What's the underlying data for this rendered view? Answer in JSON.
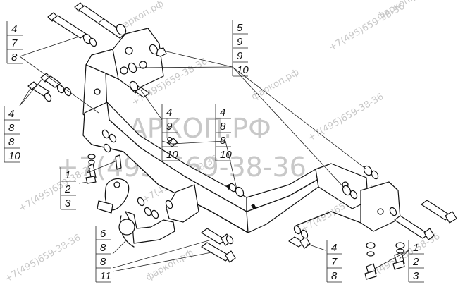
{
  "watermarks": {
    "big_site": "ФАРКОП.РФ",
    "big_phone": "+7(495)669-38-36",
    "small_site": "фаркоп.рф",
    "small_phone": "+7(495)659-38-36"
  },
  "callouts": [
    {
      "id": "top-left",
      "numbers": [
        "4",
        "7",
        "8"
      ]
    },
    {
      "id": "left-upper",
      "numbers": [
        "4",
        "8",
        "8",
        "10"
      ]
    },
    {
      "id": "left-mid",
      "numbers": [
        "1",
        "2",
        "3"
      ]
    },
    {
      "id": "bottom-left",
      "numbers": [
        "6",
        "8",
        "8",
        "11"
      ]
    },
    {
      "id": "top-center",
      "numbers": [
        "5",
        "9",
        "9",
        "10"
      ]
    },
    {
      "id": "center-a",
      "numbers": [
        "4",
        "9",
        "9",
        "10"
      ]
    },
    {
      "id": "center-b",
      "numbers": [
        "4",
        "8",
        "8",
        "10"
      ]
    },
    {
      "id": "bottom-center",
      "numbers": [
        "4",
        "7",
        "8"
      ]
    },
    {
      "id": "bottom-right",
      "numbers": [
        "1",
        "2",
        "3"
      ]
    }
  ]
}
